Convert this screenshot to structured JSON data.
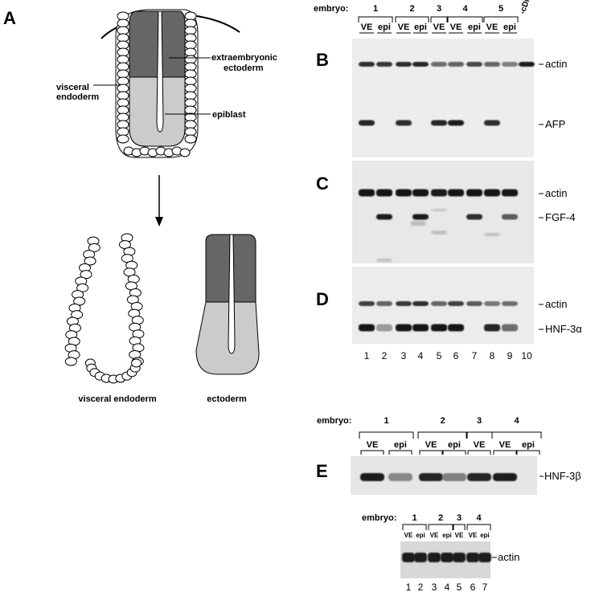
{
  "panel_labels": {
    "a": "A",
    "b": "B",
    "c": "C",
    "d": "D",
    "e": "E"
  },
  "diagram": {
    "extraembryonic_1": "extraembryonic",
    "extraembryonic_2": "ectoderm",
    "visceral_1": "visceral",
    "visceral_2": "endoderm",
    "epiblast": "epiblast",
    "visceral_endoderm": "visceral endoderm",
    "ectoderm": "ectoderm"
  },
  "top_gel": {
    "embryo_label": "embryo:",
    "embryos": [
      "1",
      "2",
      "3",
      "4",
      "5"
    ],
    "cdna": "-cDNA",
    "ve": "VE",
    "epi": "epi",
    "lanes": [
      "1",
      "2",
      "3",
      "4",
      "5",
      "6",
      "7",
      "8",
      "9",
      "10"
    ],
    "bands": {
      "b_actin": "actin",
      "b_afp": "AFP",
      "c_actin": "actin",
      "c_fgf": "FGF-4",
      "d_actin": "actin",
      "d_hnf": "HNF-3α"
    },
    "signal": {
      "b_actin": [
        0.85,
        0.8,
        0.85,
        0.9,
        0.5,
        0.55,
        0.7,
        0.55,
        0.4,
        0.95
      ],
      "b_afp": [
        0.9,
        0,
        0.85,
        0,
        0.9,
        0.95,
        0,
        0.85,
        0,
        0
      ],
      "c_actin": [
        1,
        1,
        1,
        1,
        0.95,
        1,
        1,
        1,
        1,
        0
      ],
      "c_fgf": [
        0,
        0.95,
        0,
        0.95,
        0,
        0,
        0.85,
        0,
        0.6,
        0
      ],
      "d_actin": [
        0.75,
        0.55,
        0.8,
        0.85,
        0.55,
        0.75,
        0.6,
        0.45,
        0.5,
        0
      ],
      "d_hnf": [
        1,
        0.25,
        1,
        1,
        1,
        1,
        0,
        0.9,
        0.5,
        0
      ]
    }
  },
  "panel_e": {
    "embryo_label": "embryo:",
    "embryos": [
      "1",
      "2",
      "3",
      "4"
    ],
    "ve": "VE",
    "epi": "epi",
    "band": "HNF-3β",
    "signal": [
      0.95,
      0.35,
      0.9,
      0.4,
      0.9,
      0.95,
      0
    ]
  },
  "bottom_gel": {
    "embryo_label": "embryo:",
    "embryos": [
      "1",
      "2",
      "3",
      "4"
    ],
    "ve": "VE",
    "epi": "epi",
    "band": "actin",
    "lanes": [
      "1",
      "2",
      "3",
      "4",
      "5",
      "6",
      "7"
    ]
  }
}
